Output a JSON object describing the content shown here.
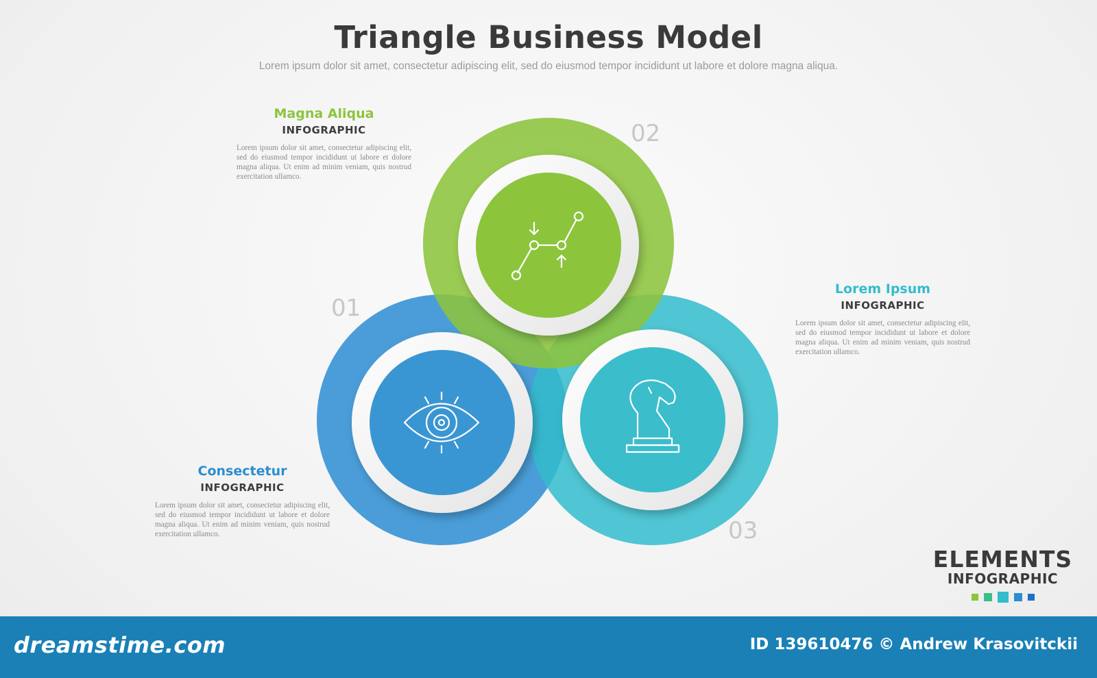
{
  "header": {
    "title": "Triangle Business Model",
    "subtitle": "Lorem ipsum dolor sit amet, consectetur adipiscing elit, sed do eiusmod tempor incididunt ut labore et dolore magna aliqua."
  },
  "items": [
    {
      "number": "01",
      "heading": "Consectetur",
      "subheading": "INFOGRAPHIC",
      "body": "Lorem ipsum dolor sit amet, consectetur adipiscing elit, sed do eiusmod tempor incididunt ut labore et dolore magna aliqua. Ut enim ad minim veniam, quis nostrud exercitation ullamco.",
      "color": "#2b8dd2",
      "icon": "eye-icon"
    },
    {
      "number": "02",
      "heading": "Magna Aliqua",
      "subheading": "INFOGRAPHIC",
      "body": "Lorem ipsum dolor sit amet, consectetur adipiscing elit, sed do eiusmod tempor incididunt ut labore et dolore magna aliqua. Ut enim ad minim veniam, quis nostrud exercitation ullamco.",
      "color": "#8cc43c",
      "icon": "line-graph-icon"
    },
    {
      "number": "03",
      "heading": "Lorem Ipsum",
      "subheading": "INFOGRAPHIC",
      "body": "Lorem ipsum dolor sit amet, consectetur adipiscing elit, sed do eiusmod tempor incididunt ut labore et dolore magna aliqua. Ut enim ad minim veniam, quis nostrud exercitation ullamco.",
      "color": "#33bccc",
      "icon": "chess-knight-icon"
    }
  ],
  "brand": {
    "line1": "ELEMENTS",
    "line2": "INFOGRAPHIC",
    "swatch_colors": [
      "#8cc43c",
      "#3bbf8a",
      "#33bccc",
      "#2b8dd2",
      "#1f6fc4"
    ]
  },
  "footer": {
    "site": "dreamstime.com",
    "id_text": "ID 139610476 © Andrew Krasovitckii"
  }
}
